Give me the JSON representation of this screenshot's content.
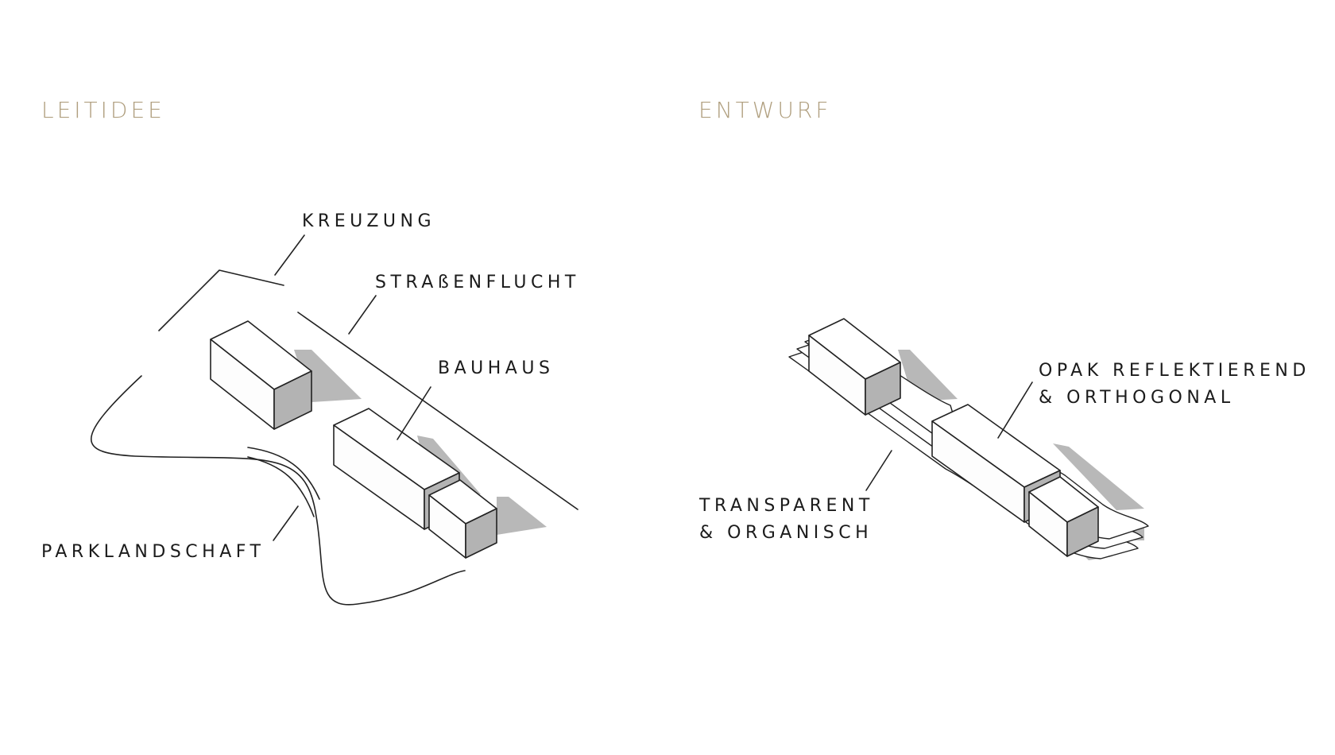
{
  "left_panel": {
    "heading": "LEITIDEE",
    "labels": {
      "kreuzung": "KREUZUNG",
      "strassenflucht": "STRAßENFLUCHT",
      "bauhaus": "BAUHAUS",
      "parklandschaft": "PARKLANDSCHAFT"
    }
  },
  "right_panel": {
    "heading": "ENTWURF",
    "labels": {
      "opak_line1": "OPAK REFLEKTIEREND",
      "opak_line2": "& ORTHOGONAL",
      "transparent_line1": "TRANSPARENT",
      "transparent_line2": "& ORGANISCH"
    }
  },
  "colors": {
    "heading": "#b09f7f",
    "label": "#1b1b1b",
    "line": "#222222",
    "shadow": "#b8b8b8",
    "background": "#ffffff"
  }
}
